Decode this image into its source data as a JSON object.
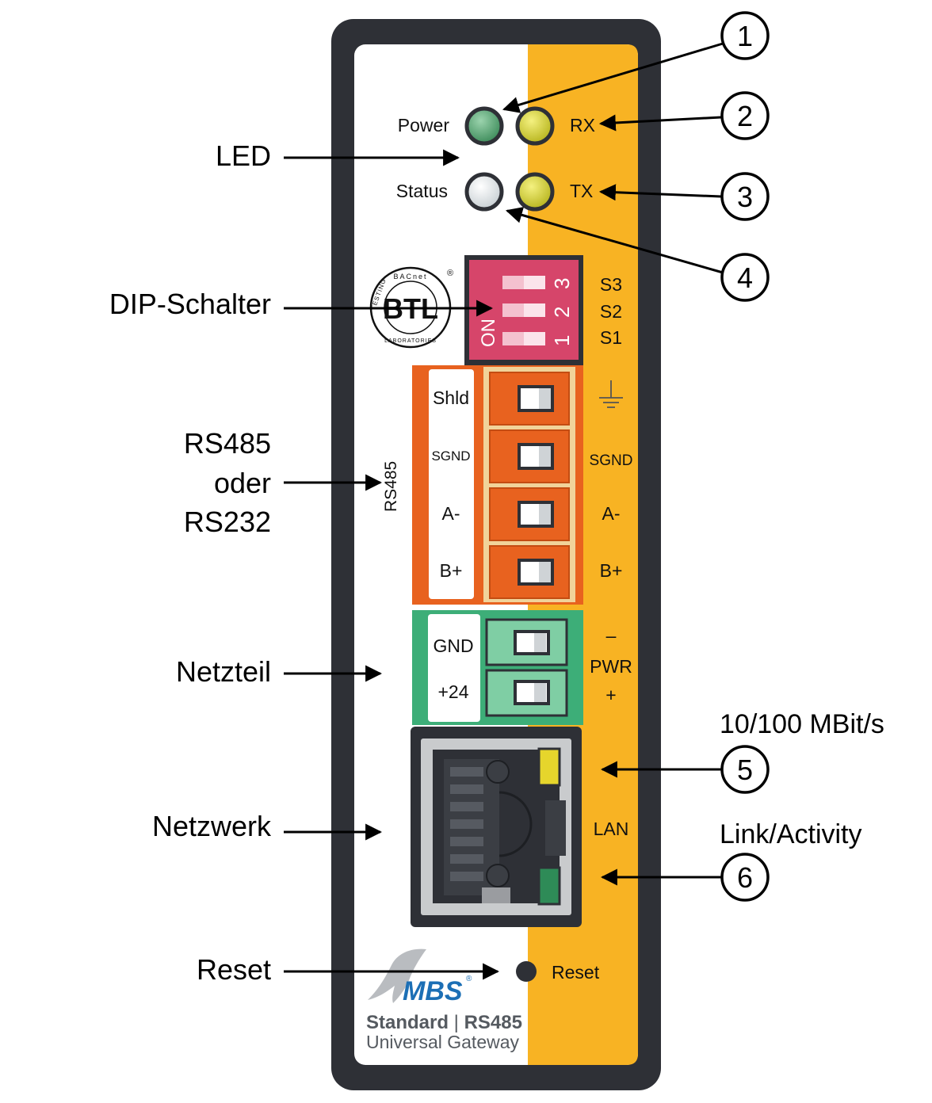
{
  "left_labels": {
    "led": "LED",
    "dip": "DIP-Schalter",
    "rs485_l1": "RS485",
    "rs485_l2": "oder",
    "rs485_l3": "RS232",
    "netzteil": "Netzteil",
    "netzwerk": "Netzwerk",
    "reset": "Reset"
  },
  "right_labels": {
    "speed": "10/100 MBit/s",
    "link": "Link/Activity"
  },
  "callouts": [
    "1",
    "2",
    "3",
    "4",
    "5",
    "6"
  ],
  "device": {
    "power": "Power",
    "status": "Status",
    "rx": "RX",
    "tx": "TX",
    "s3": "S3",
    "s2": "S2",
    "s1": "S1",
    "dip_on": "ON",
    "dip_nums": [
      "1",
      "2",
      "3"
    ],
    "btl_text": "BTL",
    "btl_ring_top": "BACnet",
    "btl_ring_left": "TESTING",
    "btl_ring_right": "LABORATORIES",
    "btl_reg": "®",
    "rs485_side": "RS485",
    "terminal_left": [
      "Shld",
      "SGND",
      "A-",
      "B+"
    ],
    "terminal_right": [
      "SGND",
      "A-",
      "B+"
    ],
    "power_left": [
      "GND",
      "+24"
    ],
    "pwr_minus": "–",
    "pwr": "PWR",
    "pwr_plus": "+",
    "lan": "LAN",
    "reset": "Reset",
    "brand": "MBS",
    "brand_reg": "®",
    "product_l1a": "Standard",
    "product_sep": " | ",
    "product_l1b": "RS485",
    "product_l2": "Universal Gateway"
  },
  "colors": {
    "case": "#2e3036",
    "face": "#ffffff",
    "accent": "#f8b323",
    "dip": "#d6456a",
    "terminal": "#e8621f",
    "power_block": "#3dae78",
    "led_power": "#4f9f6d",
    "led_rxtx": "#d5d235",
    "brand_blue": "#1c6fb5"
  }
}
